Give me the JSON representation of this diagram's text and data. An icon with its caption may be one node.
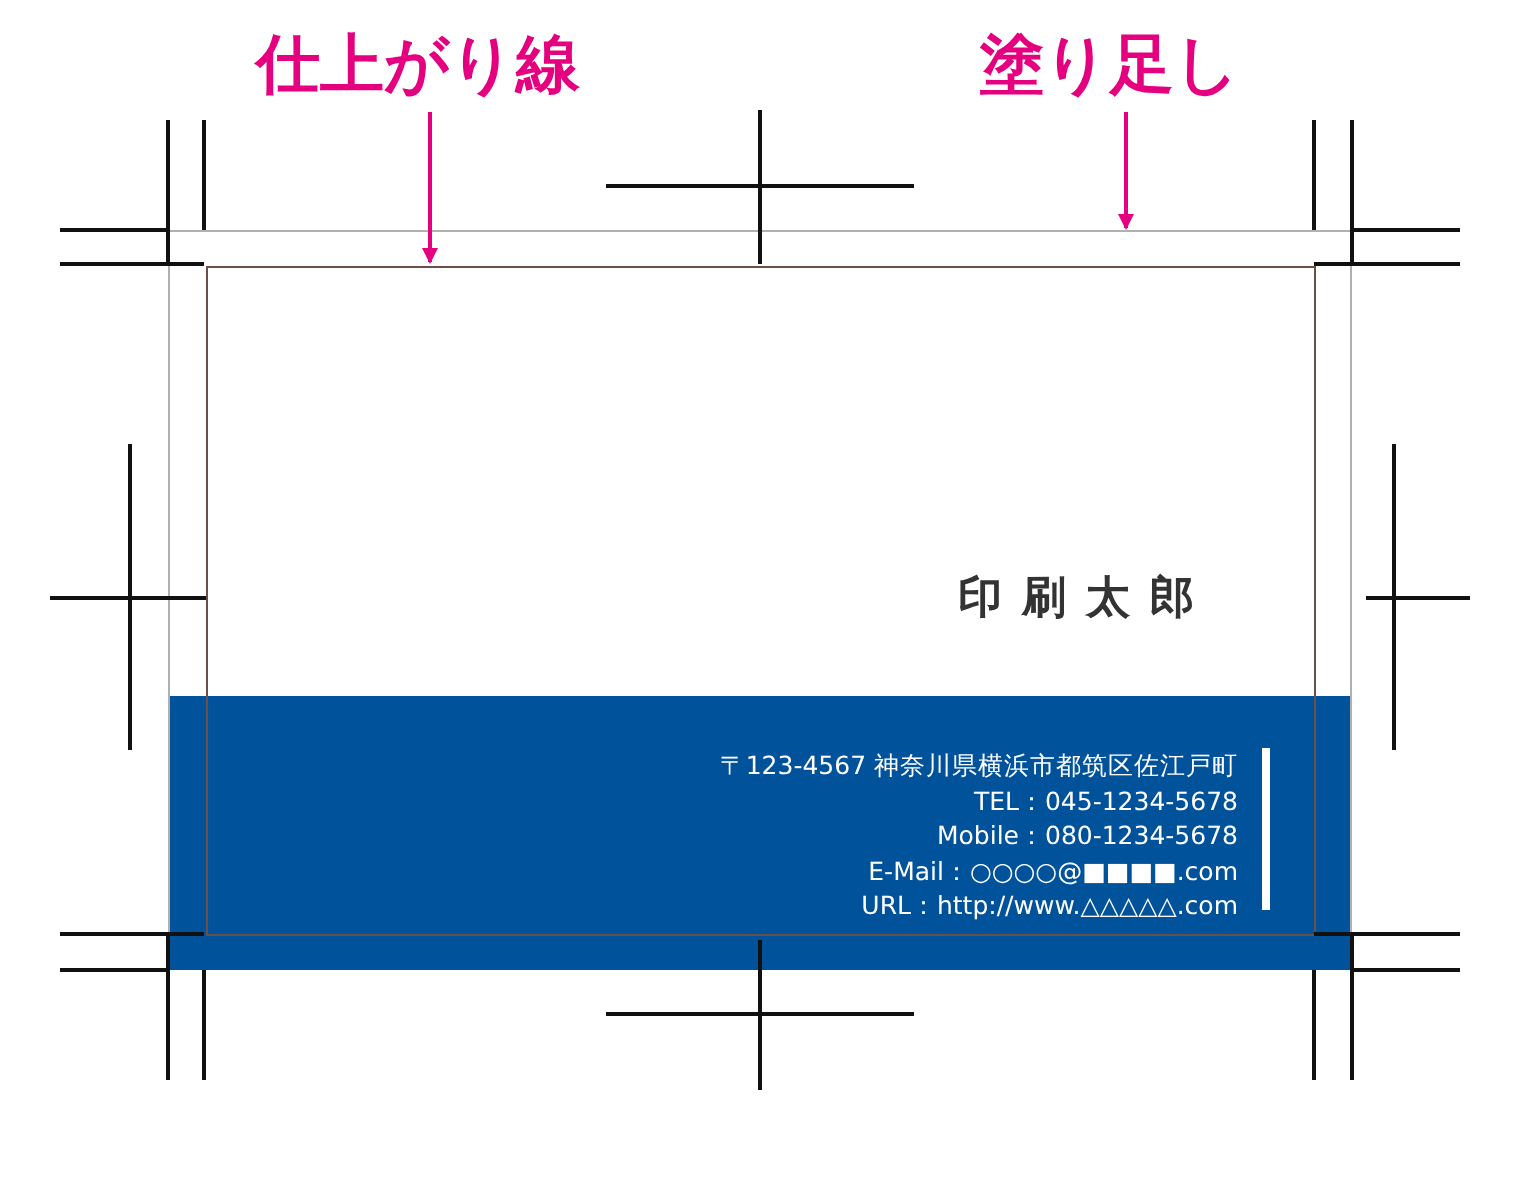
{
  "diagram": {
    "nodes": [
      {
        "text": [
          "仕上がり線"
        ]
      },
      {
        "text": [
          "塗り足し"
        ]
      },
      {
        "text": [],
        "shape": "box"
      },
      {
        "text": [],
        "shape": "box",
        "in": 2
      }
    ],
    "edges": [
      {
        "from": 0,
        "to": 3,
        "arrow": "to"
      },
      {
        "from": 1,
        "to": 2,
        "arrow": "to"
      }
    ],
    "labels": [
      "印刷太郎",
      "〒123-4567 神奈川県横浜市都筑区佐江戸町",
      "TEL：045-1234-5678",
      "Mobile：080-1234-5678",
      "E-Mail：○○○○@■■■■.com",
      "URL：http://www.△△△△△.com"
    ]
  }
}
